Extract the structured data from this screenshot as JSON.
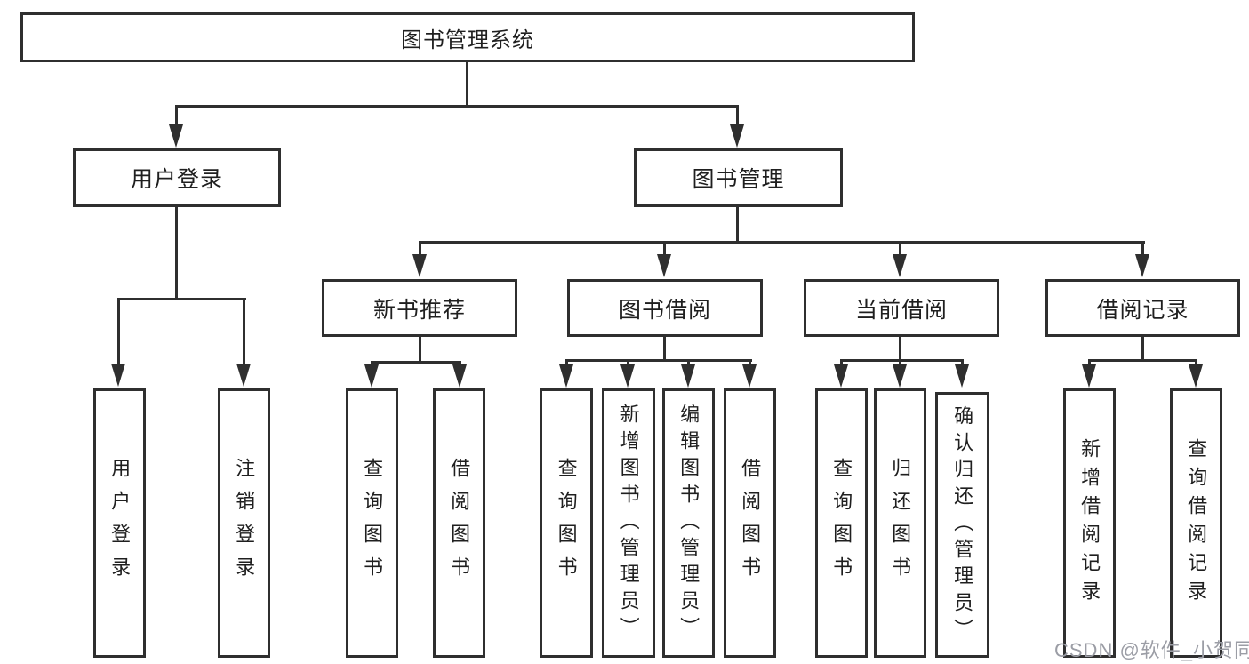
{
  "diagram_title": "图书管理系统",
  "tree": {
    "root": {
      "label": "图书管理系统"
    },
    "branches": [
      {
        "label": "用户登录",
        "children": [
          {
            "label": "用户登录"
          },
          {
            "label": "注销登录"
          }
        ]
      },
      {
        "label": "图书管理",
        "children": [
          {
            "label": "新书推荐",
            "children": [
              {
                "label": "查询图书"
              },
              {
                "label": "借阅图书"
              }
            ]
          },
          {
            "label": "图书借阅",
            "children": [
              {
                "label": "查询图书"
              },
              {
                "label": "新增图书（管理员）"
              },
              {
                "label": "编辑图书（管理员）"
              },
              {
                "label": "借阅图书"
              }
            ]
          },
          {
            "label": "当前借阅",
            "children": [
              {
                "label": "查询图书"
              },
              {
                "label": "归还图书"
              },
              {
                "label": "确认归还（管理员）"
              }
            ]
          },
          {
            "label": "借阅记录",
            "children": [
              {
                "label": "新增借阅记录"
              },
              {
                "label": "查询借阅记录"
              }
            ]
          }
        ]
      }
    ]
  },
  "watermark": "CSDN @软件_小贺同学",
  "colors": {
    "line": "#2f2f2f",
    "text": "#1f1f1f",
    "watermark": "#9b9da5",
    "background": "#ffffff"
  }
}
